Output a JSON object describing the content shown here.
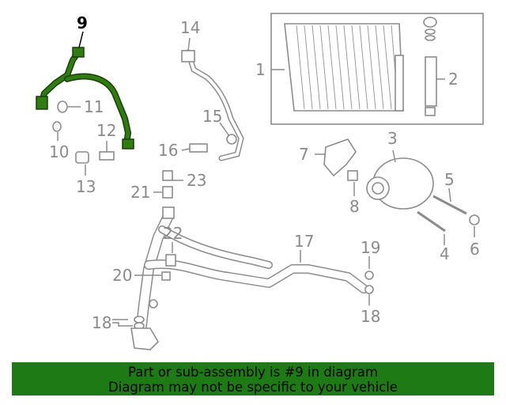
{
  "callouts": [
    {
      "id": "9",
      "highlight": true
    },
    {
      "id": "14"
    },
    {
      "id": "1"
    },
    {
      "id": "2"
    },
    {
      "id": "11"
    },
    {
      "id": "15"
    },
    {
      "id": "12"
    },
    {
      "id": "3"
    },
    {
      "id": "10"
    },
    {
      "id": "16"
    },
    {
      "id": "7"
    },
    {
      "id": "13"
    },
    {
      "id": "23"
    },
    {
      "id": "5"
    },
    {
      "id": "21"
    },
    {
      "id": "8"
    },
    {
      "id": "22"
    },
    {
      "id": "17"
    },
    {
      "id": "19"
    },
    {
      "id": "4"
    },
    {
      "id": "6"
    },
    {
      "id": "20"
    },
    {
      "id": "18a"
    },
    {
      "id": "18b"
    }
  ],
  "labels": {
    "c9": "9",
    "c14": "14",
    "c1": "1",
    "c2": "2",
    "c11": "11",
    "c15": "15",
    "c12": "12",
    "c3": "3",
    "c10": "10",
    "c16": "16",
    "c7": "7",
    "c13": "13",
    "c23": "23",
    "c5": "5",
    "c21": "21",
    "c8": "8",
    "c22": "22",
    "c17": "17",
    "c19": "19",
    "c4": "4",
    "c6": "6",
    "c20": "20",
    "c18a": "18",
    "c18b": "18"
  },
  "colors": {
    "highlight_part": "#2f7d12",
    "banner_bg": "#1e7a14",
    "line_gray": "#8c8c8c"
  },
  "banner": {
    "line1": "Part or sub-assembly is #9 in diagram",
    "line2": "Diagram may not be specific to your vehicle"
  }
}
